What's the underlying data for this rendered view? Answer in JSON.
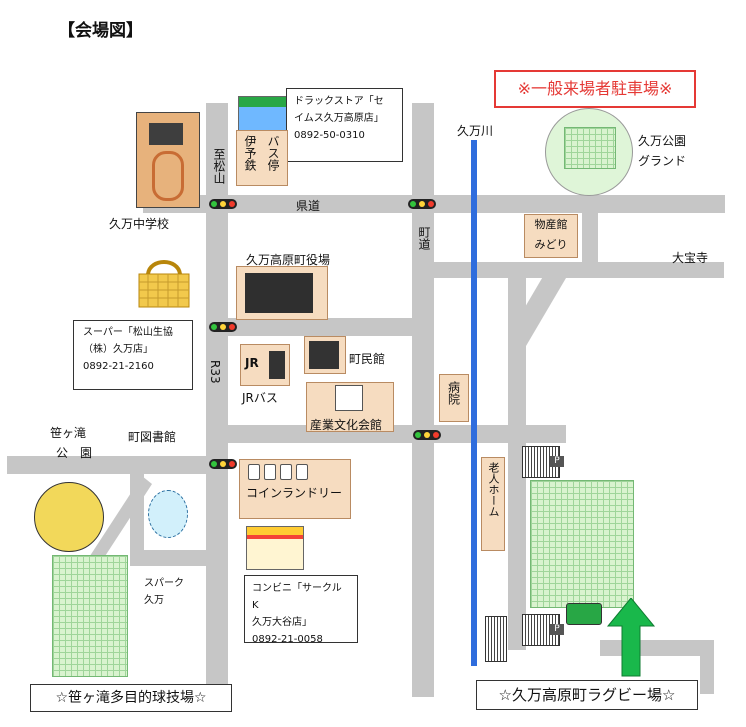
{
  "title": "【会場図】",
  "parking_notice": "※一般来場者駐車場※",
  "places": {
    "drugstore": {
      "name": "ドラックストア「セイムス久万高原店」",
      "name_line1": "ドラックストア「セ",
      "name_line2": "イムス久万高原店」",
      "phone": "0892-50-0310"
    },
    "bus_stop": "伊予鉄バス停",
    "bus_stop_left": "伊予鉄",
    "bus_stop_right": "バス停",
    "to_matsuyama": "至松山",
    "kuma_river": "久万川",
    "park_ground_line1": "久万公園",
    "park_ground_line2": "グランド",
    "school": "久万中学校",
    "prefectural_road": "県道",
    "town_road": "町道",
    "museum": {
      "line1": "物産館",
      "line2": "みどり"
    },
    "taihoji": "大宝寺",
    "town_office": "久万高原町役場",
    "supermarket": {
      "line1": "スーパー「松山生協",
      "line2": "（株）久万店」",
      "phone": "0892-21-2160"
    },
    "r33": "R33",
    "jr_sign": "JR",
    "jr_bus": "JRバス",
    "town_hall": "町民館",
    "culture_hall": "産業文化会館",
    "hospital": "病院",
    "sasagataki_park_line1": "笹ヶ滝",
    "sasagataki_park_line2": "公　園",
    "library": "町図書館",
    "laundry": "コインランドリー",
    "elderly_home": "老人ホーム",
    "convenience": {
      "line1": "コンビニ「サークル K",
      "line2": "久万大谷店」",
      "phone": "0892-21-0058"
    },
    "spark": {
      "line1": "スパーク",
      "line2": "久万"
    }
  },
  "venues": {
    "sasagataki": "☆笹ヶ滝多目的球技場☆",
    "rugby": "☆久万高原町ラグビー場☆"
  },
  "parking_sign": "P",
  "icons": [
    "traffic-light-icon",
    "shopping-basket-icon",
    "parking-icon",
    "arrow-up-icon"
  ],
  "colors": {
    "parking_notice": "#e53935",
    "river": "#2f6ddd",
    "arrow": "#19b84b",
    "road": "#c6c6c6"
  }
}
